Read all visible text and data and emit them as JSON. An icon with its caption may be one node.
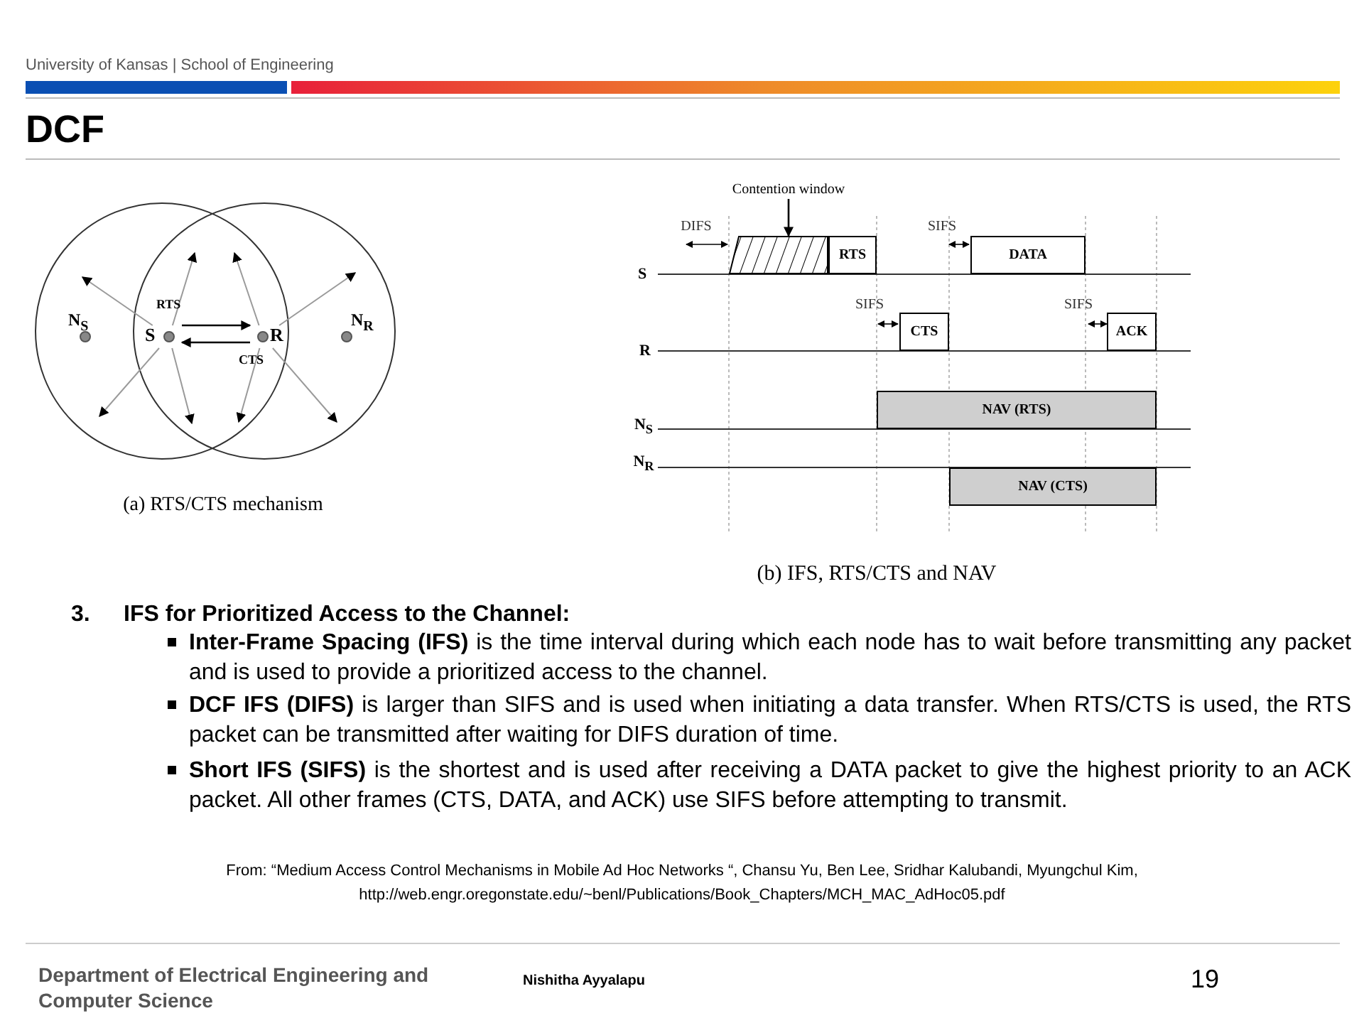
{
  "diagram": {
    "title": "DCF",
    "nodes": [
      {
        "text": [
          "N$_{S}$"
        ]
      },
      {
        "text": [
          "S"
        ]
      },
      {
        "text": [
          "R"
        ]
      },
      {
        "text": [
          "N$_{R}$"
        ]
      },
      {
        "text": [
          "Contention window"
        ]
      },
      {
        "text": [],
        "shape": "box"
      },
      {
        "text": [
          "RTS"
        ]
      },
      {
        "text": [
          "DATA"
        ]
      },
      {
        "text": [
          "CTS"
        ]
      },
      {
        "text": [
          "ACK"
        ]
      },
      {
        "text": [
          "NAV (RTS)"
        ]
      },
      {
        "text": [
          "NAV (CTS)"
        ]
      }
    ],
    "edges": [
      {
        "from": 1,
        "to": 2,
        "arrow": "to",
        "label": "RTS",
        "color": "#000000"
      },
      {
        "from": 2,
        "to": 1,
        "arrow": "to",
        "label": "CTS",
        "color": "#000000"
      },
      {
        "from": 1,
        "to": null,
        "arrow": "to"
      },
      {
        "from": 1,
        "to": null,
        "arrow": "to"
      },
      {
        "from": 1,
        "to": null,
        "arrow": "to"
      },
      {
        "from": 1,
        "to": null,
        "arrow": "to"
      },
      {
        "from": 2,
        "to": null,
        "arrow": "to"
      },
      {
        "from": 2,
        "to": null,
        "arrow": "to"
      },
      {
        "from": 2,
        "to": null,
        "arrow": "to"
      },
      {
        "from": 2,
        "to": null,
        "arrow": "to"
      },
      {
        "from": 4,
        "to": 5,
        "arrow": "to",
        "color": "#000000"
      }
    ],
    "labels": [
      "University of Kansas | School of Engineering",
      "(a) RTS/CTS mechanism",
      "DIFS",
      "SIFS",
      "S",
      "SIFS",
      "SIFS",
      "R",
      "N$_{S}$",
      "N$_{R}$",
      "(b) IFS, RTS/CTS and NAV",
      "3.",
      "IFS for Prioritized Access to the Channel:",
      "**Inter-Frame Spacing (IFS)** is the time interval during which each node has to wait before transmitting any packet and is used to provide a prioritized access to the channel.",
      "**DCF IFS (DIFS)** is larger than SIFS and is used when initiating a data transfer. When RTS/CTS is used, the RTS packet can be transmitted after waiting for DIFS duration of time.",
      "**Short IFS (SIFS)** is the shortest and is used after receiving a DATA packet to give the highest priority to an ACK packet. All other frames (CTS, DATA, and ACK) use SIFS before attempting to transmit.",
      "From: “Medium Access Control Mechanisms in Mobile Ad Hoc Networks “, Chansu Yu, Ben Lee, Sridhar Kalubandi, Myungchul Kim,",
      "http://web.engr.oregonstate.edu/~benl/Publications/Book_Chapters/MCH_MAC_AdHoc05.pdf",
      "Department of Electrical Engineering and Computer Science",
      "Nishitha Ayyalapu",
      "19"
    ]
  }
}
